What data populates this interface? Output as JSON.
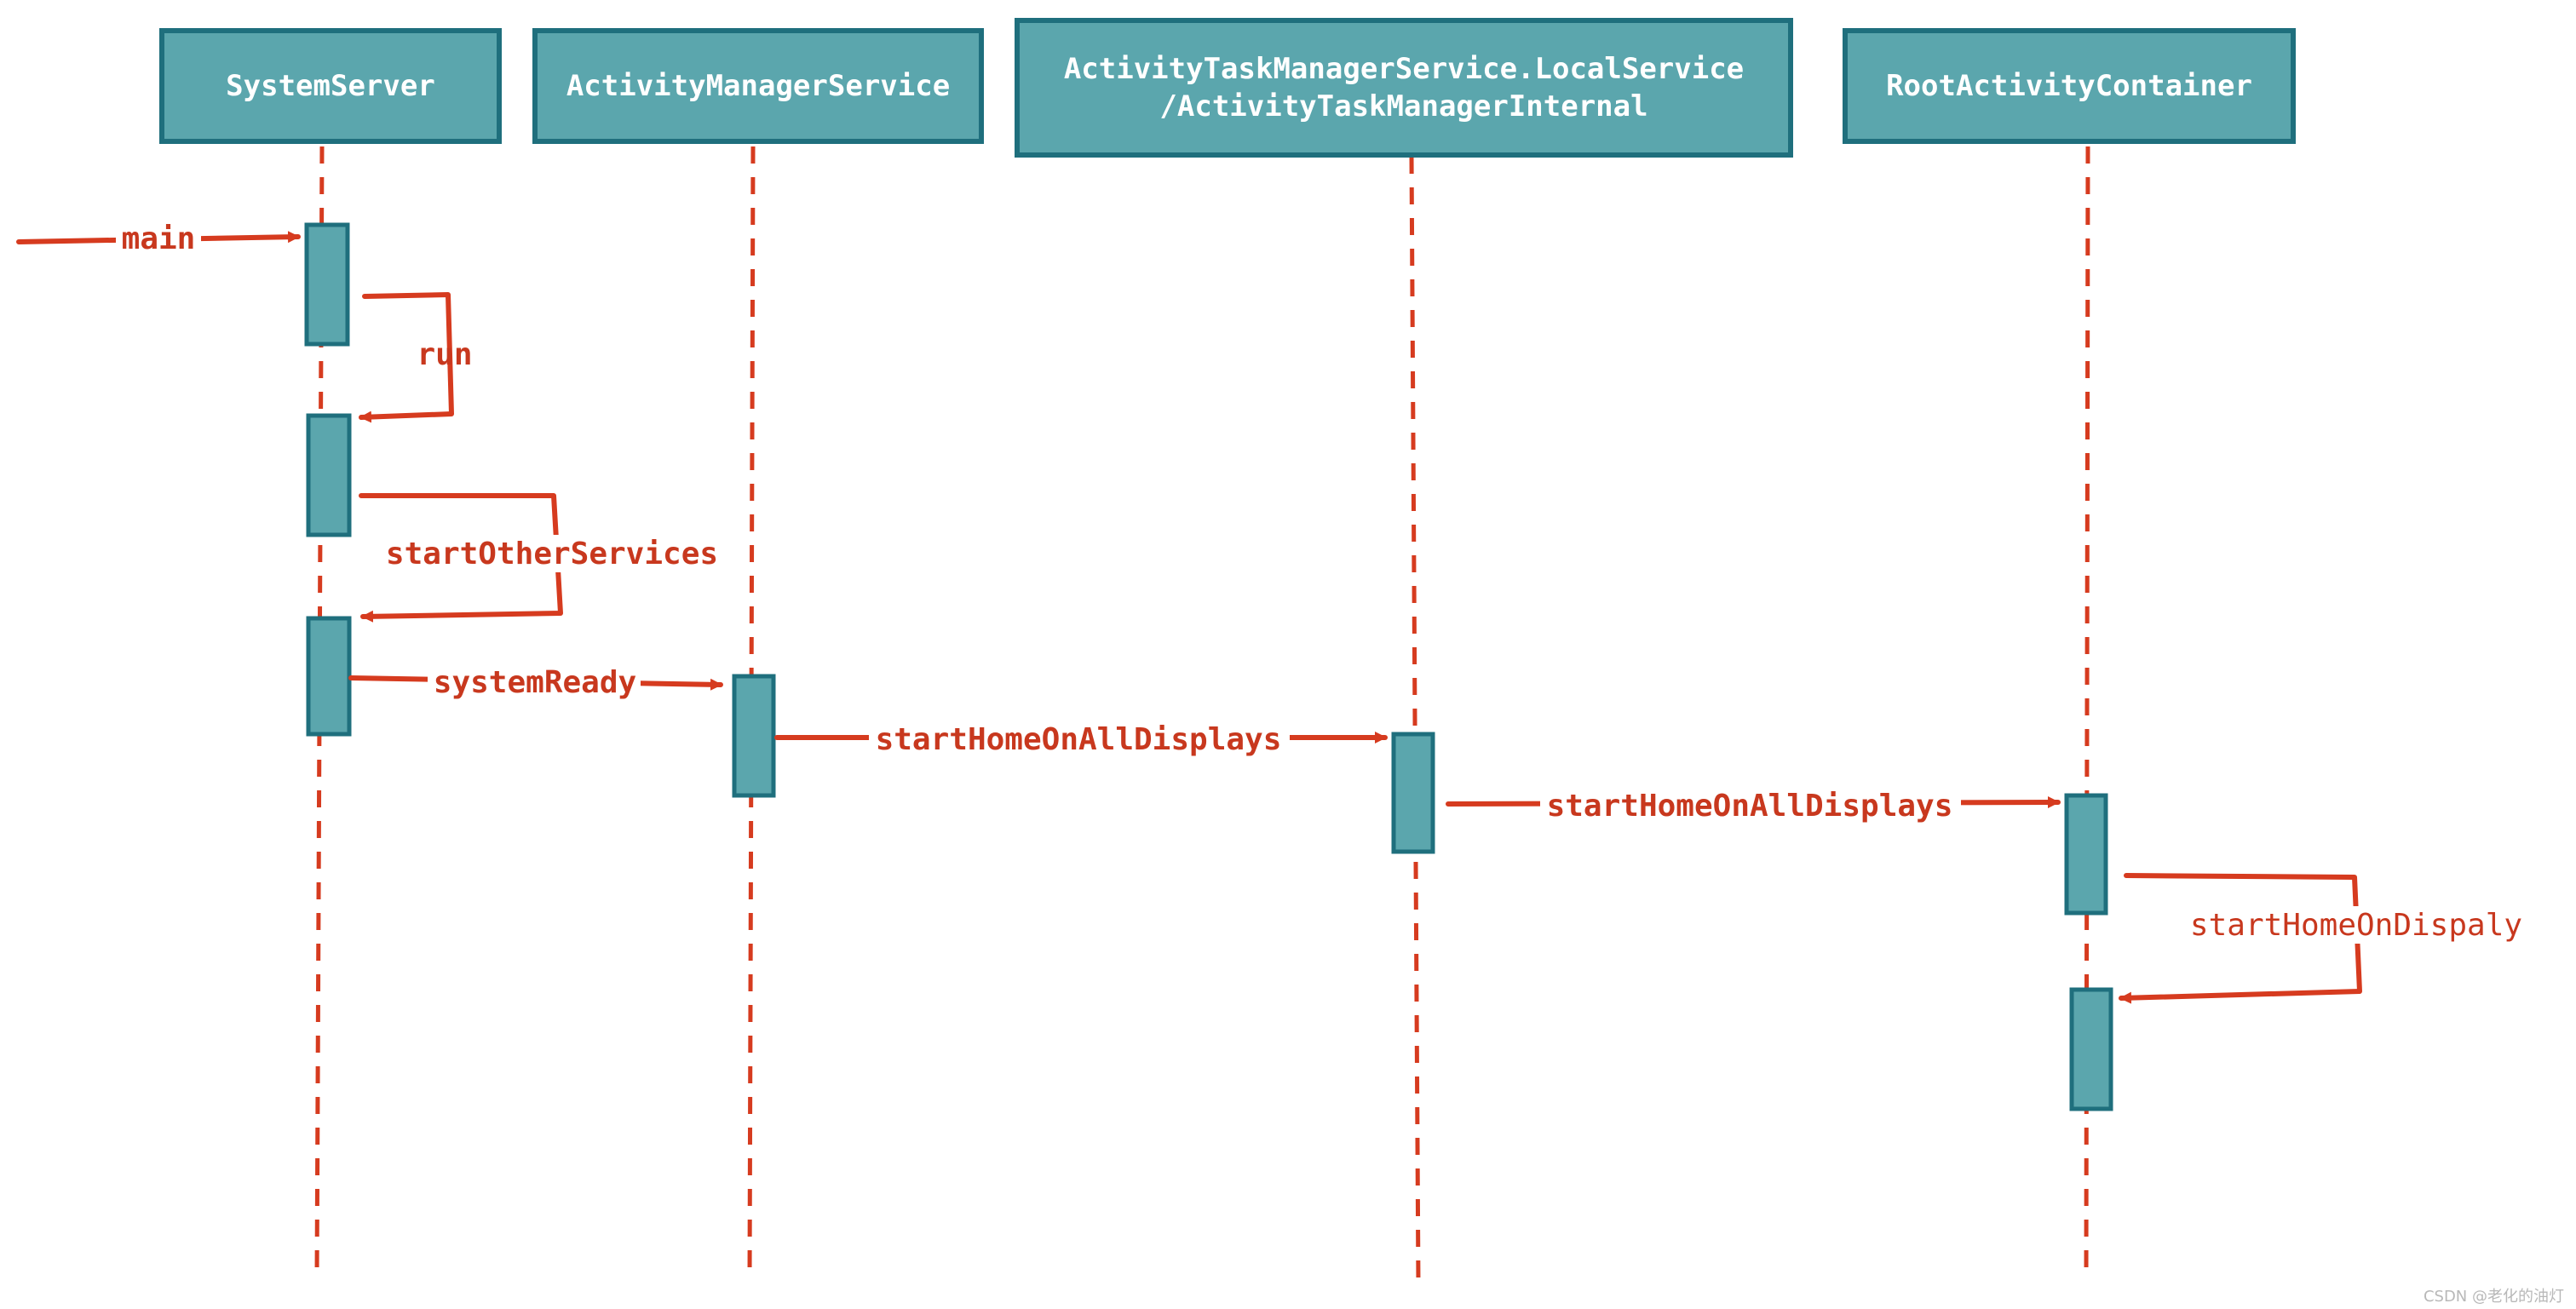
{
  "participants": [
    {
      "id": "systemserver",
      "label": "SystemServer"
    },
    {
      "id": "ams",
      "label": "ActivityManagerService"
    },
    {
      "id": "atms",
      "label": "ActivityTaskManagerService.LocalService",
      "label2": "/ActivityTaskManagerInternal"
    },
    {
      "id": "rac",
      "label": "RootActivityContainer"
    }
  ],
  "messages": [
    {
      "id": "main",
      "label": "main"
    },
    {
      "id": "run",
      "label": "run"
    },
    {
      "id": "start-other-services",
      "label": "startOtherServices"
    },
    {
      "id": "system-ready",
      "label": "systemReady"
    },
    {
      "id": "start-home-ams",
      "label": "startHomeOnAllDisplays"
    },
    {
      "id": "start-home-atms",
      "label": "startHomeOnAllDisplays"
    },
    {
      "id": "start-home-on-display",
      "label": "startHomeOnDispaly"
    }
  ],
  "colors": {
    "box_fill": "#5ba6ad",
    "box_stroke": "#1f6f7d",
    "arrow": "#d63b1f",
    "text": "#c8381e"
  },
  "watermark": "CSDN @老化的油灯"
}
